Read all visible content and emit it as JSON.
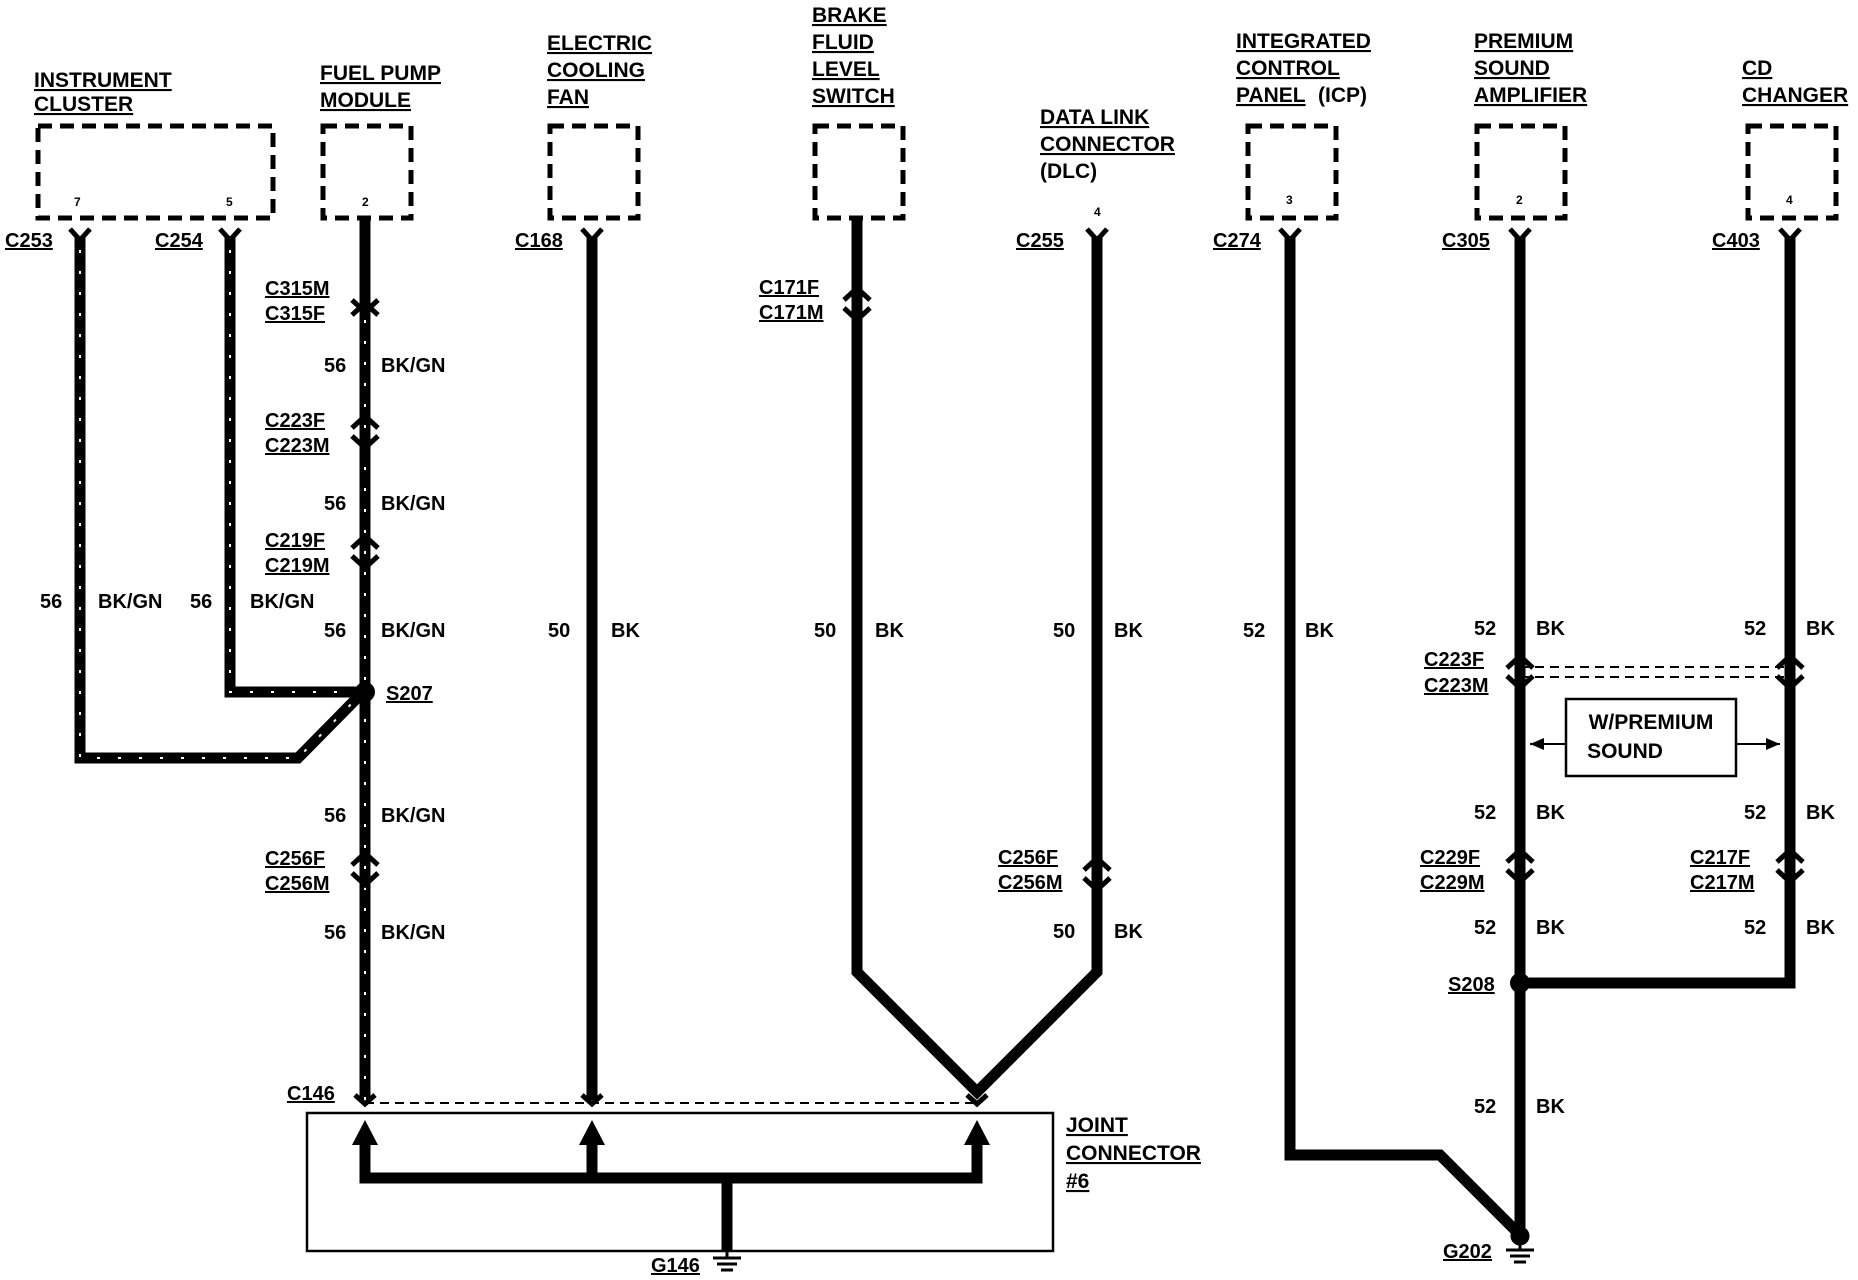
{
  "components": {
    "instrument_cluster": {
      "line1": "INSTRUMENT",
      "line2": "CLUSTER",
      "pin_a": "7",
      "pin_b": "5"
    },
    "fuel_pump_module": {
      "line1": "FUEL PUMP",
      "line2": "MODULE",
      "pin": "2"
    },
    "electric_cooling_fan": {
      "line1": "ELECTRIC",
      "line2": "COOLING",
      "line3": "FAN"
    },
    "brake_fluid_level_switch": {
      "line1": "BRAKE",
      "line2": "FLUID",
      "line3": "LEVEL",
      "line4": "SWITCH"
    },
    "data_link_connector": {
      "line1": "DATA LINK",
      "line2": "CONNECTOR",
      "line3": "(DLC)",
      "pin": "4"
    },
    "integrated_control_panel": {
      "line1": "INTEGRATED",
      "line2": "CONTROL",
      "line3": "PANEL",
      "line3_suffix": "(ICP)",
      "pin": "3"
    },
    "premium_sound_amplifier": {
      "line1": "PREMIUM",
      "line2": "SOUND",
      "line3": "AMPLIFIER",
      "pin": "2"
    },
    "cd_changer": {
      "line1": "CD",
      "line2": "CHANGER",
      "pin": "4"
    }
  },
  "connectors": {
    "c253": "C253",
    "c254": "C254",
    "c168": "C168",
    "c255": "C255",
    "c274": "C274",
    "c305": "C305",
    "c403": "C403",
    "c315m": "C315M",
    "c315f": "C315F",
    "c223f_left": "C223F",
    "c223m_left": "C223M",
    "c219f": "C219F",
    "c219m": "C219M",
    "c256f_left": "C256F",
    "c256m_left": "C256M",
    "c171f": "C171F",
    "c171m": "C171M",
    "c256f_right": "C256F",
    "c256m_right": "C256M",
    "c223f_right": "C223F",
    "c223m_right": "C223M",
    "c229f": "C229F",
    "c229m": "C229M",
    "c217f": "C217F",
    "c217m": "C217M",
    "c146": "C146"
  },
  "splices": {
    "s207": "S207",
    "s208": "S208"
  },
  "grounds": {
    "g146": "G146",
    "g202": "G202"
  },
  "joint_connector": {
    "line1": "JOINT",
    "line2": "CONNECTOR",
    "line3": "#6"
  },
  "option_box": {
    "line1": "W/PREMIUM",
    "line2": "SOUND"
  },
  "wire_labels": {
    "ic_left": {
      "circuit": "56",
      "color": "BK/GN"
    },
    "ic_right": {
      "circuit": "56",
      "color": "BK/GN"
    },
    "fp_1": {
      "circuit": "56",
      "color": "BK/GN"
    },
    "fp_2": {
      "circuit": "56",
      "color": "BK/GN"
    },
    "fp_3": {
      "circuit": "56",
      "color": "BK/GN"
    },
    "fp_4": {
      "circuit": "56",
      "color": "BK/GN"
    },
    "fp_5": {
      "circuit": "56",
      "color": "BK/GN"
    },
    "fan": {
      "circuit": "50",
      "color": "BK"
    },
    "brake": {
      "circuit": "50",
      "color": "BK"
    },
    "dlc_1": {
      "circuit": "50",
      "color": "BK"
    },
    "dlc_2": {
      "circuit": "50",
      "color": "BK"
    },
    "icp": {
      "circuit": "52",
      "color": "BK"
    },
    "amp_1": {
      "circuit": "52",
      "color": "BK"
    },
    "amp_2": {
      "circuit": "52",
      "color": "BK"
    },
    "amp_3": {
      "circuit": "52",
      "color": "BK"
    },
    "amp_4": {
      "circuit": "52",
      "color": "BK"
    },
    "cd_1": {
      "circuit": "52",
      "color": "BK"
    },
    "cd_2": {
      "circuit": "52",
      "color": "BK"
    },
    "cd_3": {
      "circuit": "52",
      "color": "BK"
    }
  }
}
